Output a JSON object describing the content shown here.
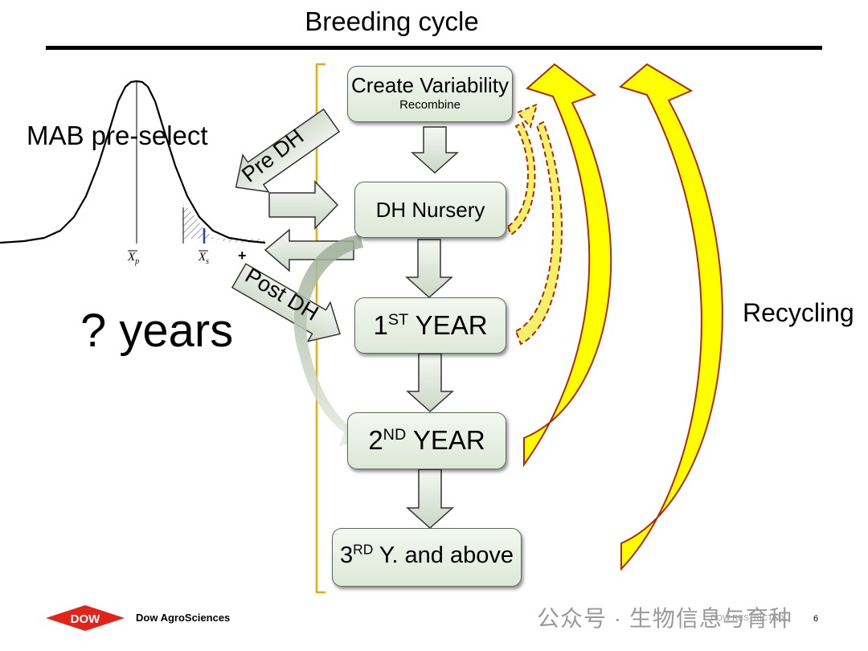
{
  "title": "Breeding cycle",
  "left": {
    "mab_label": "MAB pre-select",
    "xp_label": "X",
    "xp_sub": "p",
    "xs_label": "X",
    "xs_sub": "s",
    "plus": "+",
    "years_label": "? years"
  },
  "arrows": {
    "pre_dh": "Pre DH",
    "post_dh": "Post DH"
  },
  "stages": [
    {
      "label": "Create Variability",
      "sub": "Recombine"
    },
    {
      "label": "DH Nursery"
    },
    {
      "label_num": "1",
      "label_sup": "ST",
      "label_rest": " YEAR"
    },
    {
      "label_num": "2",
      "label_sup": "ND",
      "label_rest": " YEAR"
    },
    {
      "label_num": "3",
      "label_sup": "RD",
      "label_rest": " Y. and above"
    }
  ],
  "right": {
    "recycling_label": "Recycling"
  },
  "footer": {
    "logo_badge": "DOW",
    "logo_text": "Dow AgroSciences",
    "watermark": "公众号 · 生物信息与育种",
    "footer_text": "DOW RESTRICTED",
    "page_number": "6"
  },
  "colors": {
    "bracket": "#f2a900",
    "yellow_arrow": "#ffff00",
    "yellow_arrow_edge": "#b02a00",
    "stage_fill": "#e6eee2",
    "logo_red": "#e2231a"
  }
}
